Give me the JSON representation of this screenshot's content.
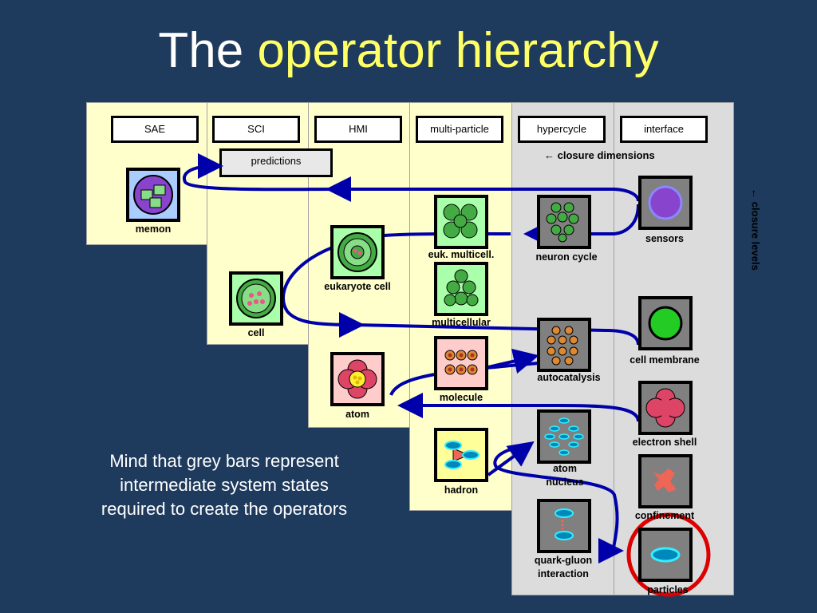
{
  "title": {
    "main": "The",
    "highlight": "operator hierarchy"
  },
  "columns": [
    "SAE",
    "SCI",
    "HMI",
    "multi-particle",
    "hypercycle",
    "interface"
  ],
  "predictions_label": "predictions",
  "closure_dimensions": "← closure dimensions",
  "closure_levels": "← closure levels",
  "nodes": {
    "memon": "memon",
    "cell": "cell",
    "eukaryote_cell": "eukaryote cell",
    "atom": "atom",
    "euk_multicell": "euk. multicell.",
    "multicellular": "multicellular",
    "molecule": "molecule",
    "hadron": "hadron",
    "neuron_cycle": "neuron cycle",
    "autocatalysis": "autocatalysis",
    "atom_nucleus": "atom\nnucleus",
    "quark_gluon": "quark-gluon\ninteraction",
    "sensors": "sensors",
    "cell_membrane": "cell membrane",
    "electron_shell": "electron shell",
    "confinement": "confinement",
    "particles": "particles"
  },
  "note": "Mind that grey bars represent intermediate system states required to create the operators",
  "colors": {
    "background": "#1e3a5c",
    "highlight": "#ffff66",
    "column": "#ffffcc",
    "grey_column": "#dcdcdc",
    "arrow": "#0000aa",
    "circle": "#dd0000"
  }
}
